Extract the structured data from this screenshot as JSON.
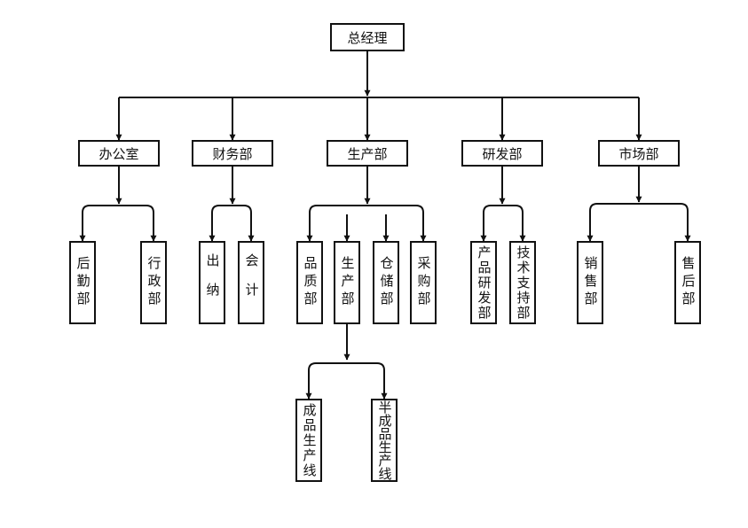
{
  "top": "总经理",
  "departments": [
    {
      "label": "办公室",
      "children": [
        "后勤部",
        "行政部"
      ]
    },
    {
      "label": "财务部",
      "children": [
        "出纳",
        "会计"
      ]
    },
    {
      "label": "生产部",
      "children": [
        "品质部",
        "生产部",
        "仓储部",
        "采购部"
      ]
    },
    {
      "label": "研发部",
      "children": [
        "产品研发部",
        "技术支持部"
      ]
    },
    {
      "label": "市场部",
      "children": [
        "销售部",
        "售后部"
      ]
    }
  ],
  "production_lines": [
    "成品生产线",
    "半成品生产线"
  ],
  "colors": {
    "line": "#111111",
    "box_border": "#111111",
    "background": "#ffffff"
  }
}
